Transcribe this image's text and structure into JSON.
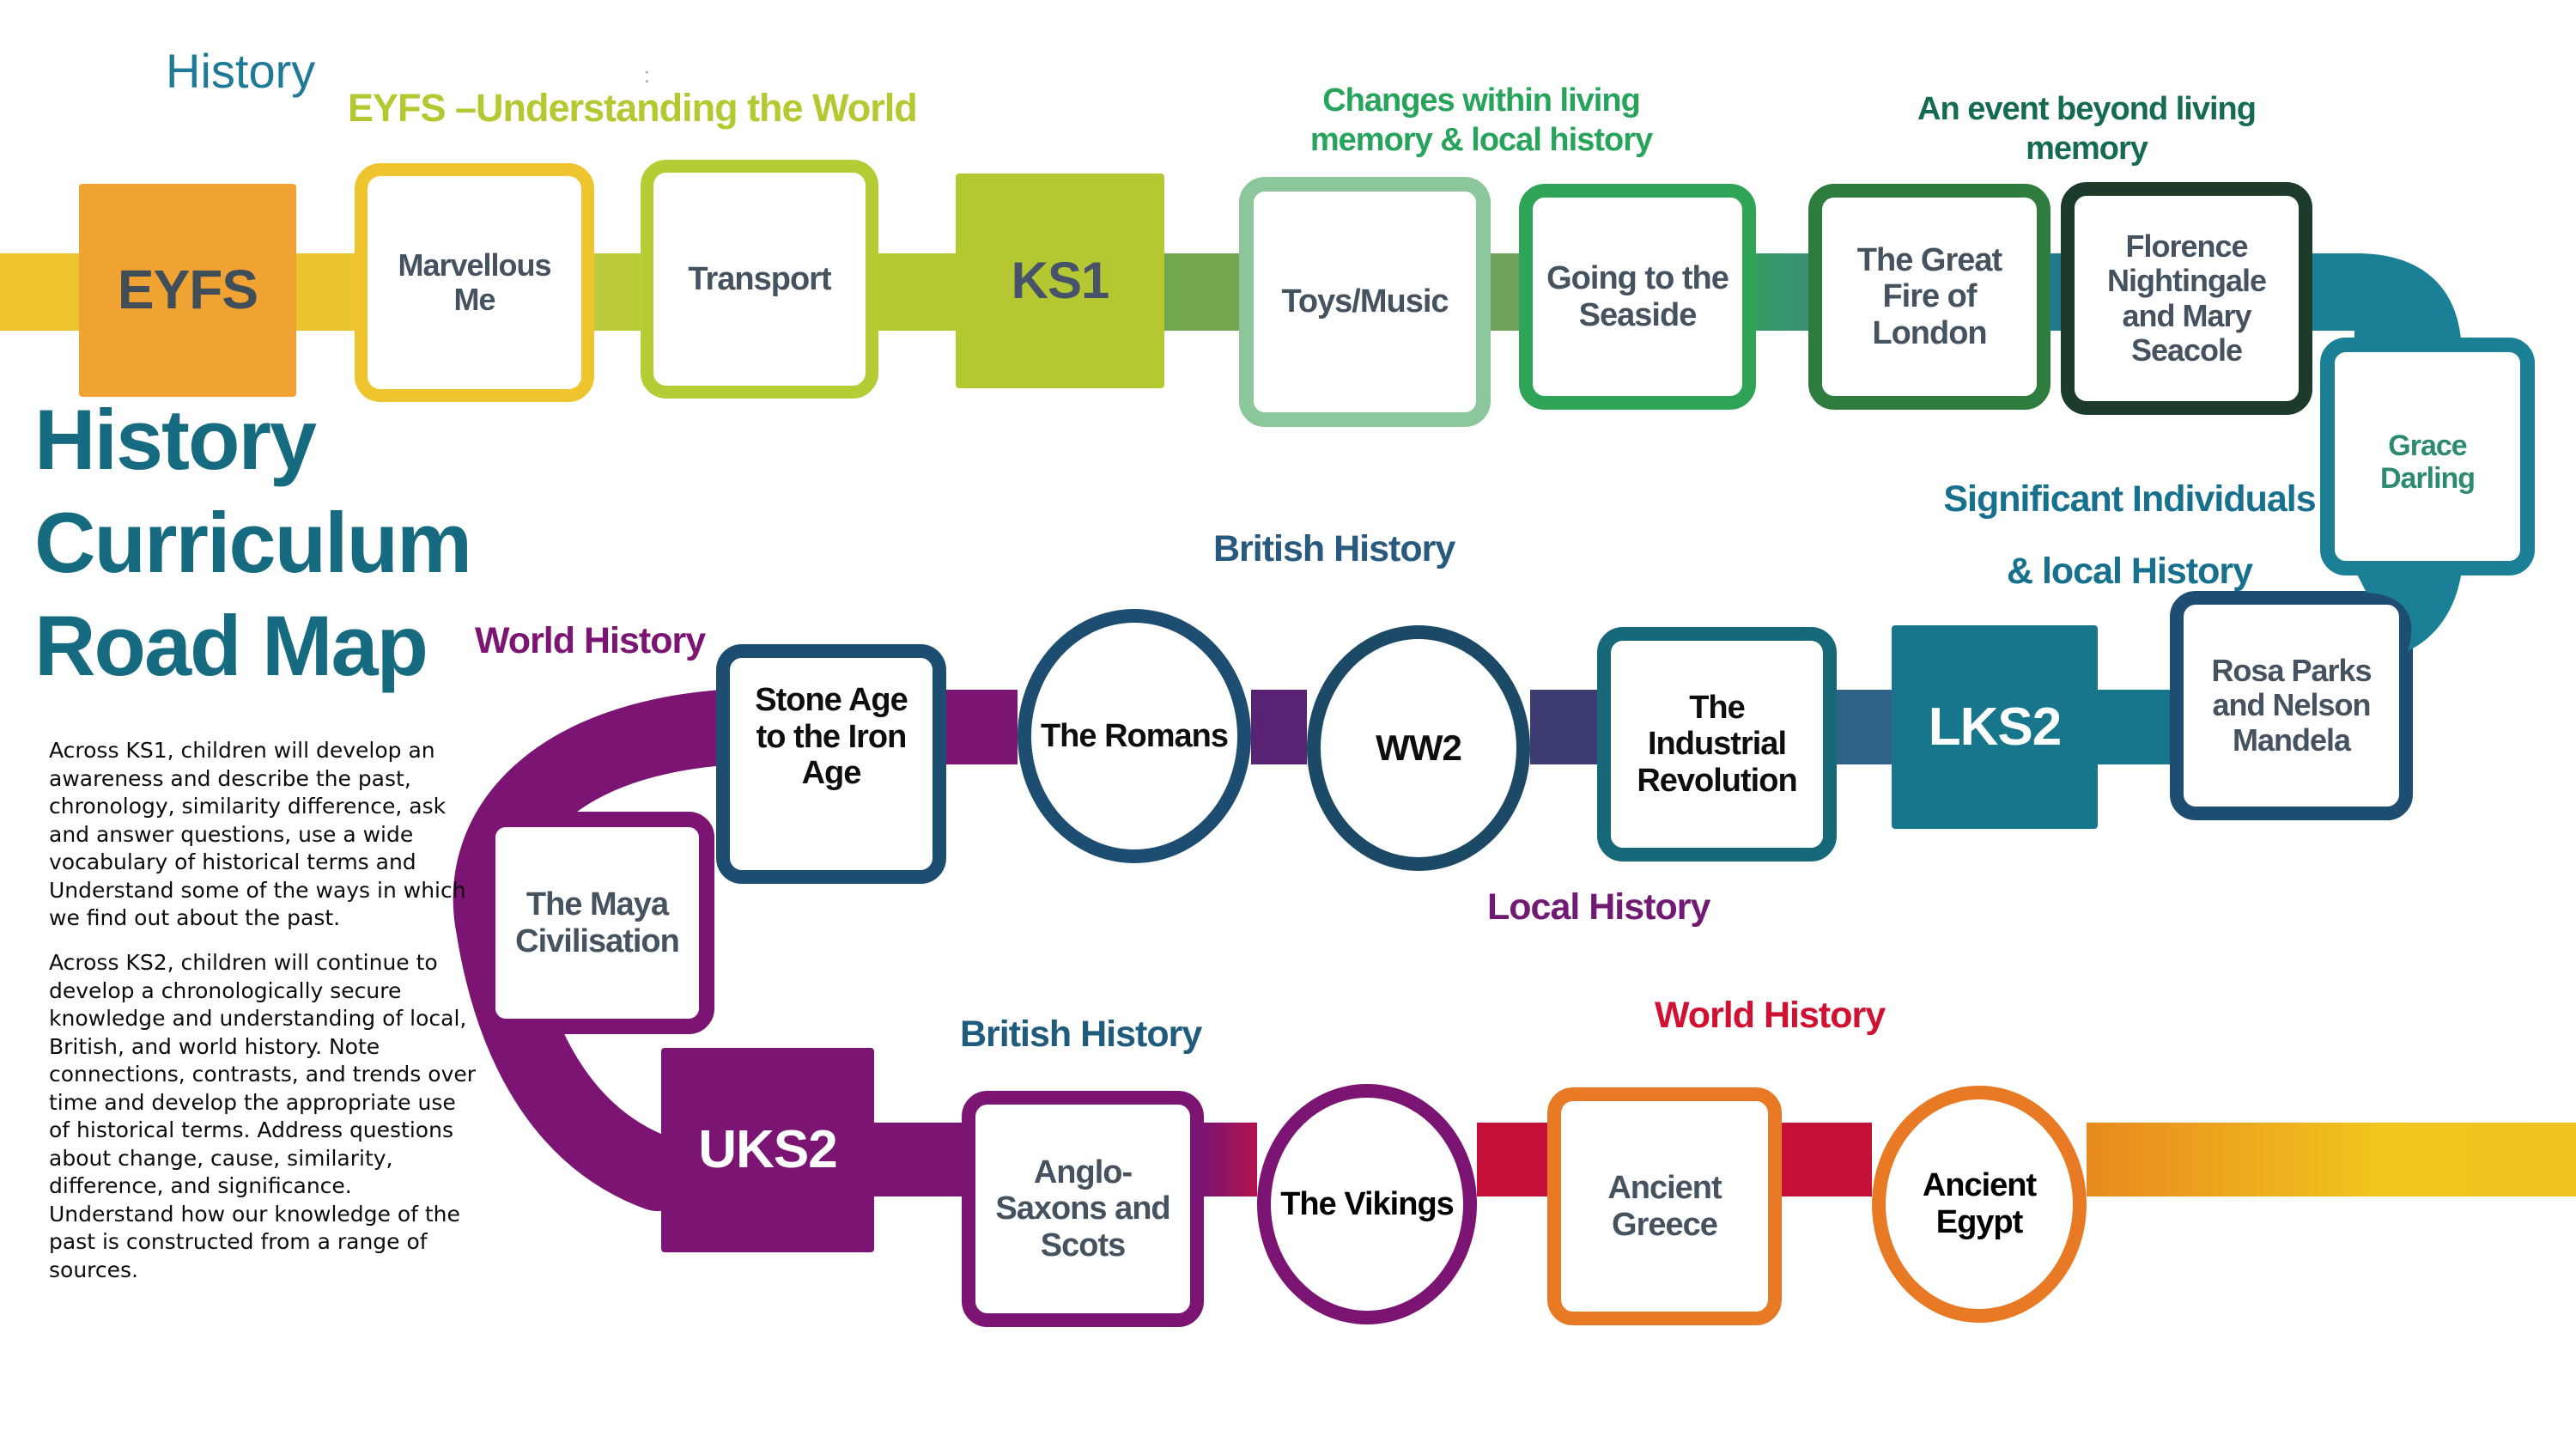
{
  "page": {
    "app_title": "History",
    "stray_mark": ":",
    "main_title_lines": [
      "History",
      "Curriculum",
      "Road Map"
    ]
  },
  "intro": {
    "ks1": "Across KS1, children will develop an awareness and describe the past, chronology, similarity difference, ask and answer questions, use a wide vocabulary of historical terms and Understand some of the ways in which we find out about the past.",
    "ks2": "Across KS2, children will continue to develop a chronologically secure knowledge and understanding of local, British, and world history. Note connections, contrasts, and trends over time and develop the appropriate use of historical terms. Address questions about change, cause, similarity, difference, and significance. Understand how our knowledge of the past is constructed from a range of sources."
  },
  "section_headers": {
    "eyfs_world": "EYFS –Understanding the World",
    "changes_line1": "Changes within living",
    "changes_line2": "memory & local history",
    "beyond_line1": "An event beyond living",
    "beyond_line2": "memory",
    "significant_line1": "Significant Individuals",
    "significant_line2": "& local History",
    "world_history_lks2": "World History",
    "british_history_lks2": "British History",
    "local_history": "Local History",
    "british_history_uks2": "British History",
    "world_history_uks2": "World History"
  },
  "nodes": {
    "eyfs": {
      "label": "EYFS"
    },
    "marvellous": {
      "label": "Marvellous Me"
    },
    "transport": {
      "label": "Transport"
    },
    "ks1": {
      "label": "KS1"
    },
    "toys": {
      "label": "Toys/Music"
    },
    "seaside": {
      "label": "Going to the Seaside"
    },
    "great_fire": {
      "label": "The Great Fire of London"
    },
    "florence": {
      "label": "Florence Nightingale and Mary Seacole"
    },
    "grace": {
      "label": "Grace Darling"
    },
    "rosa": {
      "label": "Rosa Parks and Nelson Mandela"
    },
    "lks2": {
      "label": "LKS2"
    },
    "industrial": {
      "label": "The Industrial Revolution"
    },
    "ww2": {
      "label": "WW2"
    },
    "romans": {
      "label": "The Romans"
    },
    "stone_age": {
      "label": "Stone Age to the Iron Age"
    },
    "maya": {
      "label": "The Maya Civilisation"
    },
    "uks2": {
      "label": "UKS2"
    },
    "anglo_saxons": {
      "label": "Anglo-Saxons and Scots"
    },
    "vikings": {
      "label": "The Vikings"
    },
    "greece": {
      "label": "Ancient Greece"
    },
    "egypt": {
      "label": "Ancient Egypt"
    }
  },
  "colors": {
    "band_yellow": "#EFC52F",
    "eyfs_orange": "#F0A232",
    "lime": "#B5C832",
    "toys_green": "#8BC79A",
    "seaside_green": "#2FA457",
    "fire_green": "#2E7D3F",
    "florence_green": "#1C3B2B",
    "teal": "#1B7F96",
    "teal_fill": "#17758C",
    "navy": "#1D4D70",
    "steel_blue": "#2E6387",
    "indigo": "#3D3C72",
    "plum": "#5A2272",
    "purple": "#7B1472",
    "crimson": "#C51038",
    "orange_border": "#E87A25",
    "gold": "#F2C51D",
    "title_teal": "#176B80"
  }
}
